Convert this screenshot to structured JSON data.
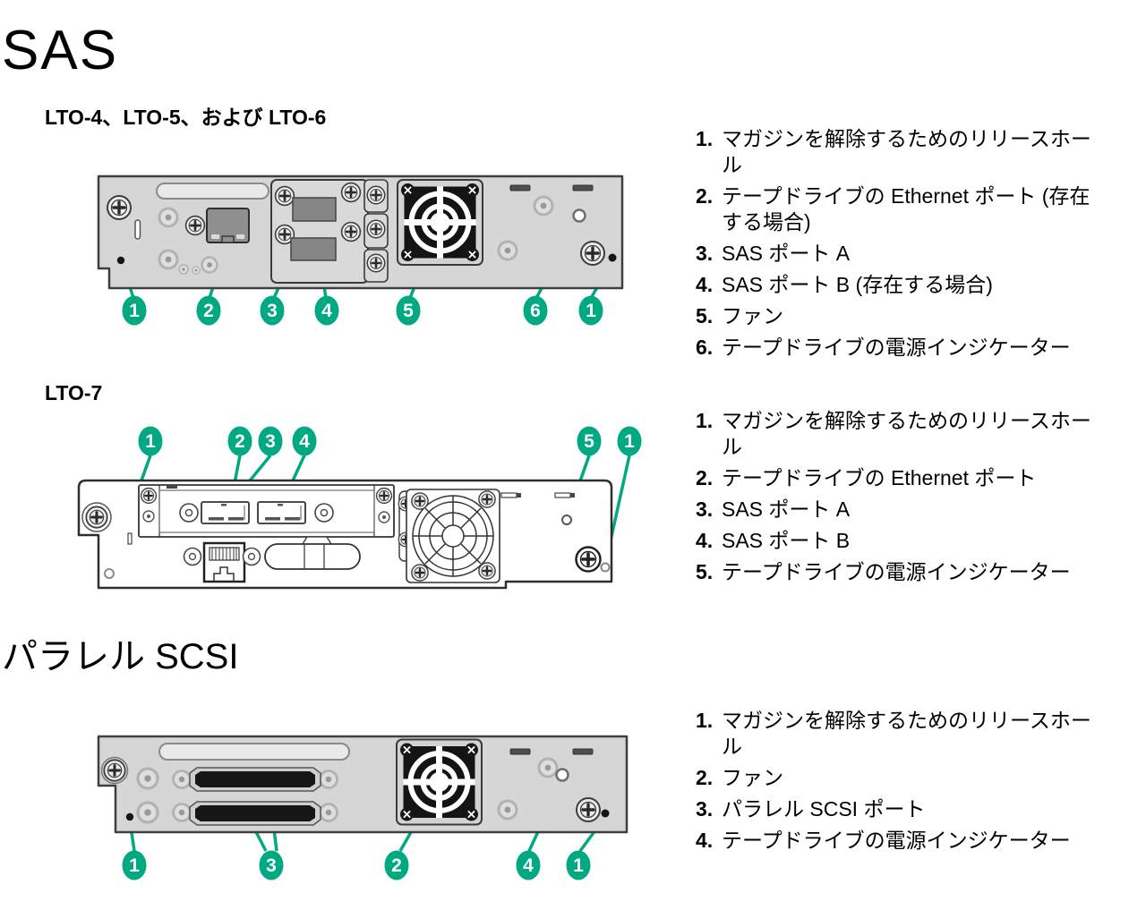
{
  "colors": {
    "callout_green": "#01A982",
    "panel_gray": "#d6d6d6"
  },
  "headings": {
    "sas": "SAS",
    "parallel_scsi": "パラレル SCSI"
  },
  "sections": [
    {
      "subheading": "LTO-4、LTO-5、および LTO-6",
      "callouts": [
        "1",
        "2",
        "3",
        "4",
        "5",
        "6",
        "1"
      ],
      "items": [
        {
          "num": "1.",
          "text": "マガジンを解除するためのリリースホール"
        },
        {
          "num": "2.",
          "text": "テープドライブの Ethernet ポート (存在する場合)"
        },
        {
          "num": "3.",
          "text": "SAS ポート A"
        },
        {
          "num": "4.",
          "text": "SAS ポート B (存在する場合)"
        },
        {
          "num": "5.",
          "text": "ファン"
        },
        {
          "num": "6.",
          "text": "テープドライブの電源インジケーター"
        }
      ]
    },
    {
      "subheading": "LTO-7",
      "callouts": [
        "1",
        "2",
        "3",
        "4",
        "5",
        "1"
      ],
      "items": [
        {
          "num": "1.",
          "text": "マガジンを解除するためのリリースホール"
        },
        {
          "num": "2.",
          "text": "テープドライブの Ethernet ポート"
        },
        {
          "num": "3.",
          "text": "SAS ポート A"
        },
        {
          "num": "4.",
          "text": "SAS ポート B"
        },
        {
          "num": "5.",
          "text": "テープドライブの電源インジケーター"
        }
      ]
    },
    {
      "subheading": "",
      "callouts": [
        "1",
        "3",
        "2",
        "4",
        "1"
      ],
      "items": [
        {
          "num": "1.",
          "text": "マガジンを解除するためのリリースホール"
        },
        {
          "num": "2.",
          "text": "ファン"
        },
        {
          "num": "3.",
          "text": "パラレル SCSI ポート"
        },
        {
          "num": "4.",
          "text": "テープドライブの電源インジケーター"
        }
      ]
    }
  ]
}
